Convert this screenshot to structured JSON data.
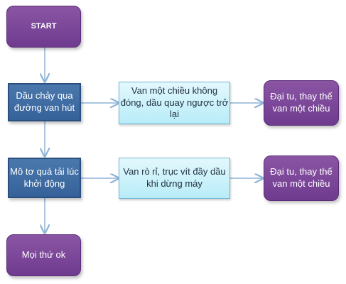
{
  "nodes": {
    "start": "START",
    "condition1": "Dầu chảy qua đường van hút",
    "cause1": "Van một chiều không đóng, dầu quay ngược trở lại",
    "action1": "Đại tu, thay thế van một chiều",
    "condition2": "Mô tơ quá tải lúc khởi động",
    "cause2": "Van rò rỉ, trục vít đầy dầu khi dừng máy",
    "action2": "Đại tu, thay thế van một chiều",
    "end": "Mọi thứ ok"
  },
  "colors": {
    "terminal": "#7b4699",
    "process": "#3e6ca3",
    "cause": "#c9f1fb",
    "arrow": "#8fb4d6"
  }
}
